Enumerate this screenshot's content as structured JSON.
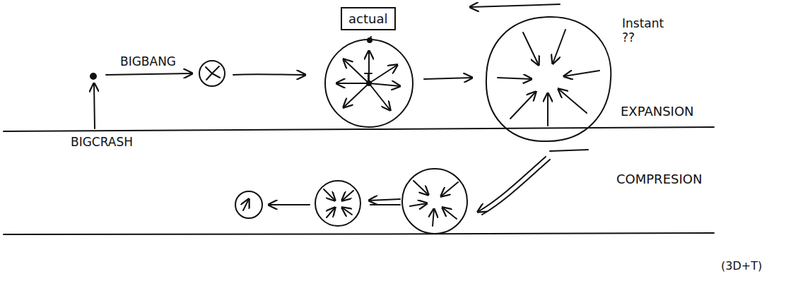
{
  "diagram": {
    "nodes": [
      {
        "text": [
          "actual"
        ]
      }
    ],
    "labels": [
      "BIGBANG",
      "BIGCRASH",
      "Instant ??",
      "EXPANSION",
      "COMPRESION",
      "(3D+T)"
    ]
  }
}
